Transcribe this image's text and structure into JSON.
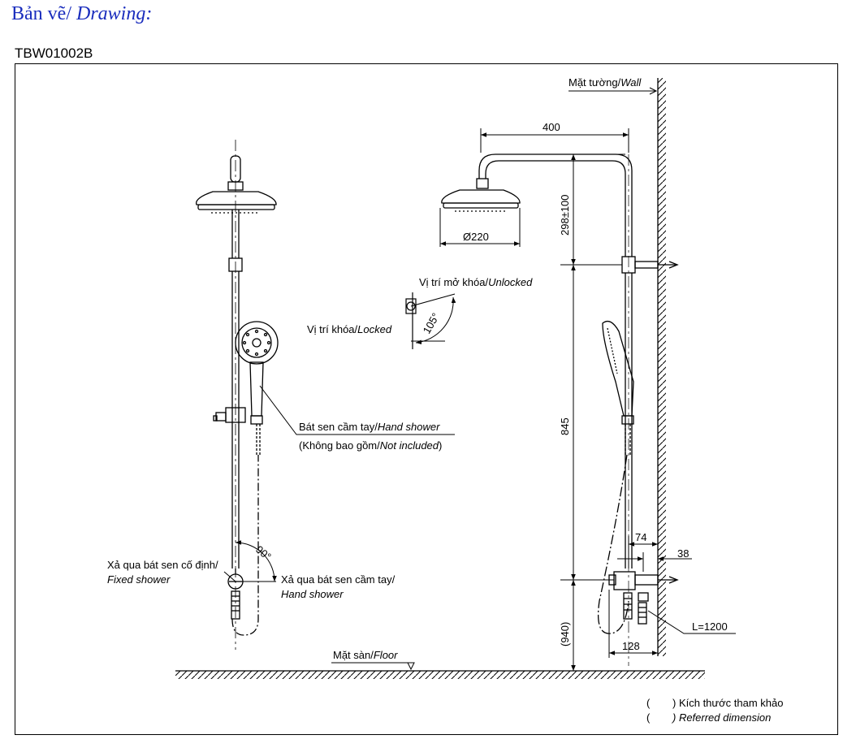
{
  "heading": {
    "vi": "Bản vẽ/",
    "en": " Drawing:"
  },
  "model": "TBW01002B",
  "labels": {
    "wall_vi": "Mặt tường/",
    "wall_en": "Wall",
    "floor_vi": "Mặt sàn/",
    "floor_en": "Floor",
    "unlocked_vi": "Vị trí mở khóa/",
    "unlocked_en": "Unlocked",
    "locked_vi": "Vị trí khóa/",
    "locked_en": "Locked",
    "hand_shower_vi": "Bát sen cầm tay/",
    "hand_shower_en": "Hand shower",
    "not_included_vi": "(Không bao gồm/",
    "not_included_en": "Not included",
    "not_included_close": ")",
    "fixed_vi": "Xả qua bát sen cố định/",
    "fixed_en": "Fixed shower",
    "hand_out_vi": "Xả qua bát sen cầm tay/",
    "hand_out_en": "Hand shower"
  },
  "dimensions": {
    "arm_length": "400",
    "head_diameter": "Ø220",
    "head_height": "298±100",
    "bar_length": "845",
    "valve_height": "(940)",
    "offset_74": "74",
    "offset_38": "38",
    "base_128": "128",
    "hose_length": "L=1200",
    "lever_angle": "105°",
    "diverter_angle": "90°"
  },
  "legend": {
    "paren_1": "(",
    "paren_2": "(",
    "ref_vi": ") Kích thước tham khảo",
    "ref_en": ") Referred dimension"
  },
  "colors": {
    "heading": "#1a2dbd",
    "line": "#000000"
  }
}
